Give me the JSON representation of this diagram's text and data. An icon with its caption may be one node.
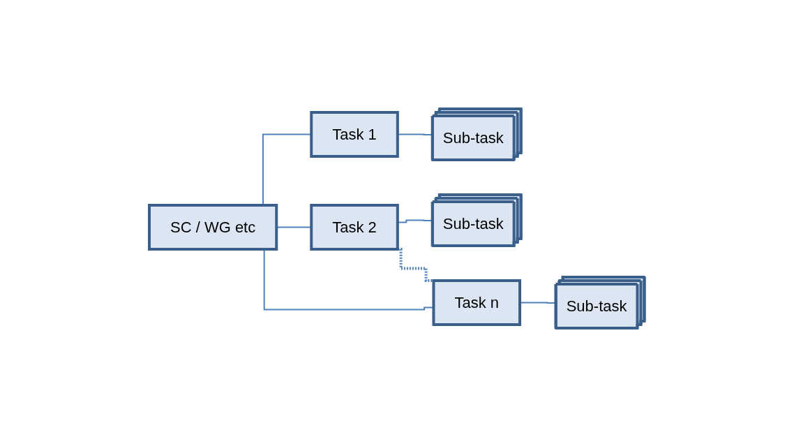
{
  "diagram": {
    "nodes": [
      {
        "text": [
          "SC / WG etc"
        ]
      },
      {
        "text": [
          "Task 1"
        ]
      },
      {
        "text": [
          "Task 2"
        ]
      },
      {
        "text": [
          "Task n"
        ]
      },
      {
        "text": [
          "Sub-task"
        ]
      },
      {
        "text": [
          "Sub-task"
        ]
      },
      {
        "text": [
          "Sub-task"
        ]
      }
    ],
    "edges": [
      {
        "from": 0,
        "to": 1,
        "arrow": "none"
      },
      {
        "from": 0,
        "to": 2,
        "arrow": "none"
      },
      {
        "from": 0,
        "to": 3,
        "arrow": "none"
      },
      {
        "from": 1,
        "to": 4,
        "arrow": "none"
      },
      {
        "from": 2,
        "to": 5,
        "arrow": "none"
      },
      {
        "from": 3,
        "to": 6,
        "arrow": "none"
      },
      {
        "from": 2,
        "to": 3,
        "arrow": "none",
        "style": "dashed"
      }
    ]
  }
}
